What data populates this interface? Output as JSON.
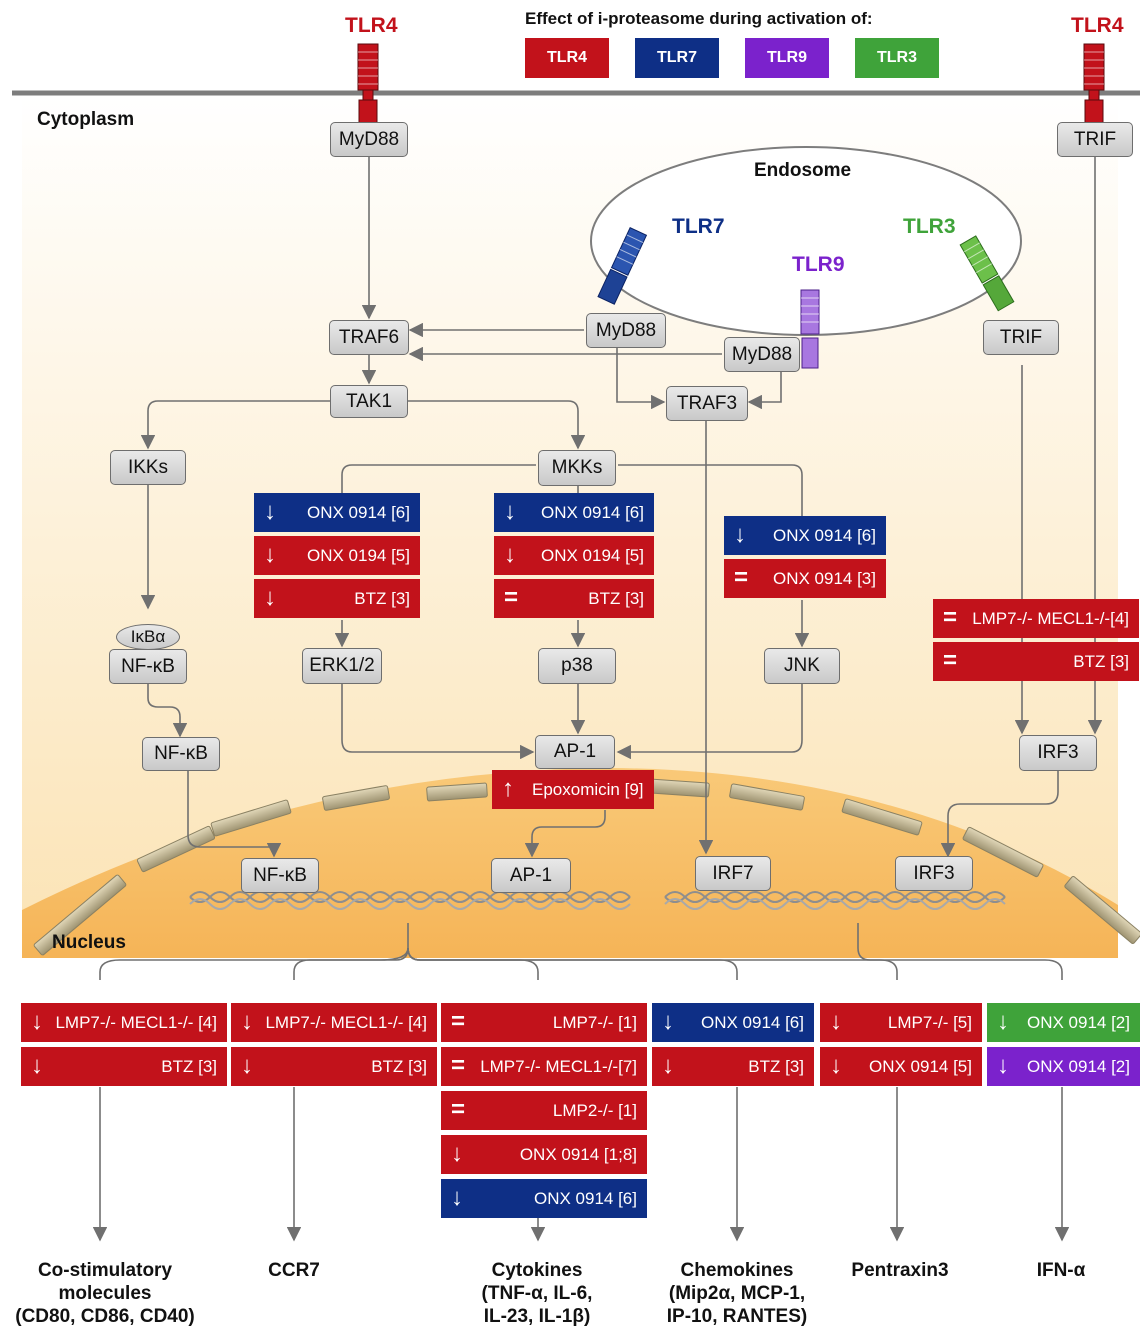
{
  "header": {
    "legend_title": "Effect of i-proteasome during activation of:",
    "legend_items": [
      "TLR4",
      "TLR7",
      "TLR9",
      "TLR3"
    ]
  },
  "colors": {
    "tlr4": "#c2121b",
    "tlr7": "#0e2f86",
    "tlr9": "#7b22cc",
    "tlr3": "#3fa33a"
  },
  "receptors": {
    "tlr4_left": "TLR4",
    "tlr4_right": "TLR4",
    "tlr7": "TLR7",
    "tlr9": "TLR9",
    "tlr3": "TLR3"
  },
  "regions": {
    "cytoplasm": "Cytoplasm",
    "endosome": "Endosome",
    "nucleus": "Nucleus"
  },
  "nodes": {
    "myd88_top": "MyD88",
    "trif_top": "TRIF",
    "traf6": "TRAF6",
    "myd88_tlr7": "MyD88",
    "myd88_tlr9": "MyD88",
    "trif_tlr3": "TRIF",
    "traf3": "TRAF3",
    "tak1": "TAK1",
    "ikks": "IKKs",
    "mkks": "MKKs",
    "ikba": "IκBα",
    "nfkb_complex": "NF-κB",
    "nfkb_free": "NF-κB",
    "erk": "ERK1/2",
    "p38": "p38",
    "jnk": "JNK",
    "ap1": "AP-1",
    "irf3": "IRF3",
    "nfkb_nuc": "NF-κB",
    "ap1_nuc": "AP-1",
    "irf7_nuc": "IRF7",
    "irf3_nuc": "IRF3"
  },
  "effects": {
    "erk": [
      {
        "color": "tlr7",
        "symbol": "↓",
        "text": "ONX 0914 [6]"
      },
      {
        "color": "tlr4",
        "symbol": "↓",
        "text": "ONX 0194 [5]"
      },
      {
        "color": "tlr4",
        "symbol": "↓",
        "text": "BTZ [3]"
      }
    ],
    "p38": [
      {
        "color": "tlr7",
        "symbol": "↓",
        "text": "ONX 0914 [6]"
      },
      {
        "color": "tlr4",
        "symbol": "↓",
        "text": "ONX 0194 [5]"
      },
      {
        "color": "tlr4",
        "symbol": "=",
        "text": "BTZ [3]"
      }
    ],
    "jnk": [
      {
        "color": "tlr7",
        "symbol": "↓",
        "text": "ONX 0914 [6]"
      },
      {
        "color": "tlr4",
        "symbol": "=",
        "text": "ONX 0914 [3]"
      }
    ],
    "irf3": [
      {
        "color": "tlr4",
        "symbol": "=",
        "text": "LMP7-/- MECL1-/-[4]"
      },
      {
        "color": "tlr4",
        "symbol": "=",
        "text": "BTZ [3]"
      }
    ],
    "ap1": [
      {
        "color": "tlr4",
        "symbol": "↑",
        "text": "Epoxomicin [9]"
      }
    ]
  },
  "outputs": [
    {
      "label": "Co-stimulatory\nmolecules\n(CD80, CD86, CD40)",
      "effects": [
        {
          "color": "tlr4",
          "symbol": "↓",
          "text": "LMP7-/- MECL1-/- [4]"
        },
        {
          "color": "tlr4",
          "symbol": "↓",
          "text": "BTZ [3]"
        }
      ]
    },
    {
      "label": "CCR7",
      "effects": [
        {
          "color": "tlr4",
          "symbol": "↓",
          "text": "LMP7-/- MECL1-/- [4]"
        },
        {
          "color": "tlr4",
          "symbol": "↓",
          "text": "BTZ [3]"
        }
      ]
    },
    {
      "label": "Cytokines\n(TNF-α, IL-6,\nIL-23, IL-1β)",
      "effects": [
        {
          "color": "tlr4",
          "symbol": "=",
          "text": "LMP7-/- [1]"
        },
        {
          "color": "tlr4",
          "symbol": "=",
          "text": "LMP7-/- MECL1-/-[7]"
        },
        {
          "color": "tlr4",
          "symbol": "=",
          "text": "LMP2-/- [1]"
        },
        {
          "color": "tlr4",
          "symbol": "↓",
          "text": "ONX 0914 [1;8]"
        },
        {
          "color": "tlr7",
          "symbol": "↓",
          "text": "ONX 0914 [6]"
        }
      ]
    },
    {
      "label": "Chemokines\n(Mip2α, MCP-1,\nIP-10, RANTES)",
      "effects": [
        {
          "color": "tlr7",
          "symbol": "↓",
          "text": "ONX 0914 [6]"
        },
        {
          "color": "tlr4",
          "symbol": "↓",
          "text": "BTZ [3]"
        }
      ]
    },
    {
      "label": "Pentraxin3",
      "effects": [
        {
          "color": "tlr4",
          "symbol": "↓",
          "text": "LMP7-/- [5]"
        },
        {
          "color": "tlr4",
          "symbol": "↓",
          "text": "ONX 0914 [5]"
        }
      ]
    },
    {
      "label": "IFN-α",
      "effects": [
        {
          "color": "tlr3",
          "symbol": "↓",
          "text": "ONX 0914 [2]"
        },
        {
          "color": "tlr9",
          "symbol": "↓",
          "text": "ONX 0914 [2]"
        }
      ]
    }
  ]
}
